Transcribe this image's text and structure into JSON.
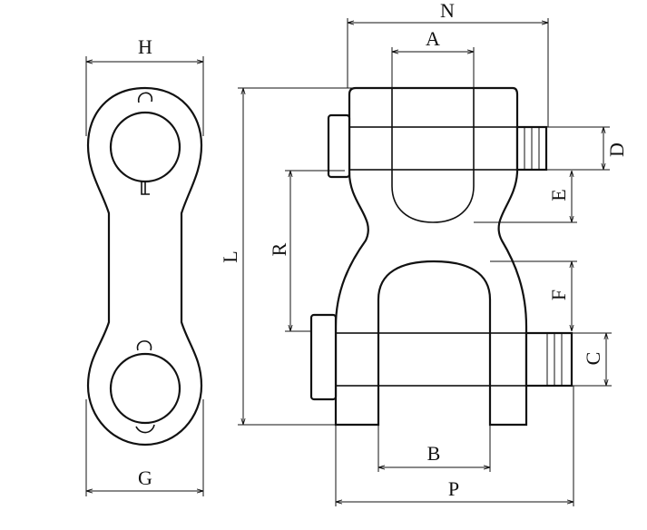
{
  "diagram": {
    "link_labels": {
      "width_top": "H",
      "width_bottom": "G"
    },
    "shackle_labels": {
      "overall_width": "N",
      "jaw_width_top": "A",
      "overall_length": "L",
      "pin_center_distance": "R",
      "pin_diameter_top": "D",
      "jaw_depth_top": "E",
      "jaw_depth_bottom": "F",
      "pin_diameter_bottom": "C",
      "jaw_width_bottom": "B",
      "pin_length_bottom": "P"
    }
  }
}
